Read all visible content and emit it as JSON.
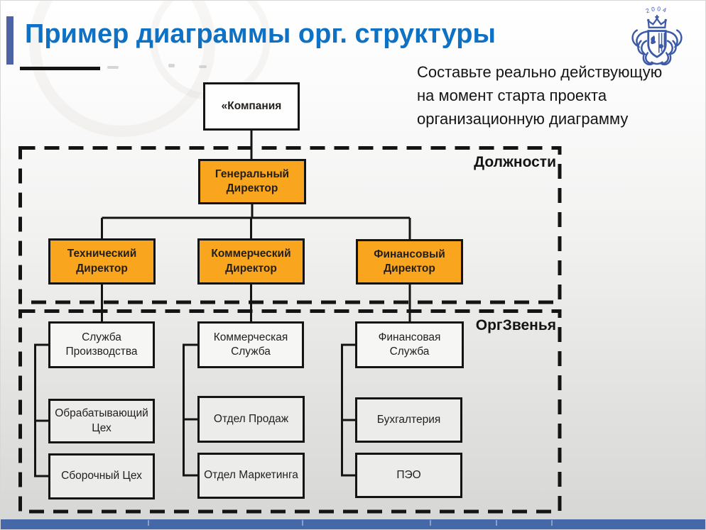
{
  "slide": {
    "title": "Пример диаграммы орг. структуры",
    "instruction_lines": [
      "Составьте реально действующую",
      "на момент старта проекта",
      "организационную диаграмму"
    ],
    "logo": {
      "year": "2004"
    },
    "zones": {
      "positions_label": "Должности",
      "org_units_label": "ОргЗвенья"
    }
  },
  "org_chart": {
    "company": "«Компания",
    "general_director": "Генеральный Директор",
    "columns": [
      {
        "director": "Технический Директор",
        "service": "Служба Производства",
        "units": [
          "Обрабатывающий Цех",
          "Сборочный Цех"
        ]
      },
      {
        "director": "Коммерческий Директор",
        "service": "Коммерческая Служба",
        "units": [
          "Отдел Продаж",
          "Отдел Маркетинга"
        ]
      },
      {
        "director": "Финансовый Директор",
        "service": "Финансовая Служба",
        "units": [
          "Бухгалтерия",
          "ПЭО"
        ]
      }
    ]
  },
  "colors": {
    "title_blue": "#0e71c4",
    "accent_bar_blue": "#4d63a4",
    "box_orange": "#f9a51d",
    "bottom_bar_blue": "#4568a9",
    "crest_blue": "#3d5aa8",
    "line_black": "#141414"
  }
}
